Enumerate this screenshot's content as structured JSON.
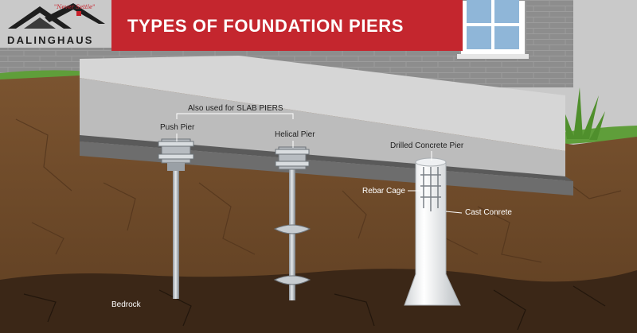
{
  "header": {
    "title": "TYPES OF FOUNDATION PIERS"
  },
  "logo": {
    "tagline": "\"Never Settle\"",
    "brand": "DALINGHAUS",
    "mark": "house-roof-logo"
  },
  "labels": {
    "slab_note": "Also used for SLAB PIERS",
    "push_pier": "Push Pier",
    "helical_pier": "Helical Pier",
    "drilled_pier": "Drilled Concrete Pier",
    "rebar_cage": "Rebar Cage",
    "cast_concrete": "Cast Conrete",
    "bedrock": "Bedrock"
  },
  "colors": {
    "brand_red": "#c4262e",
    "soil": "#6e4a2a",
    "bedrock": "#3b2717",
    "concrete": "#d3d3d3",
    "wall": "#8c8c8c",
    "grass": "#5f9e3a"
  }
}
